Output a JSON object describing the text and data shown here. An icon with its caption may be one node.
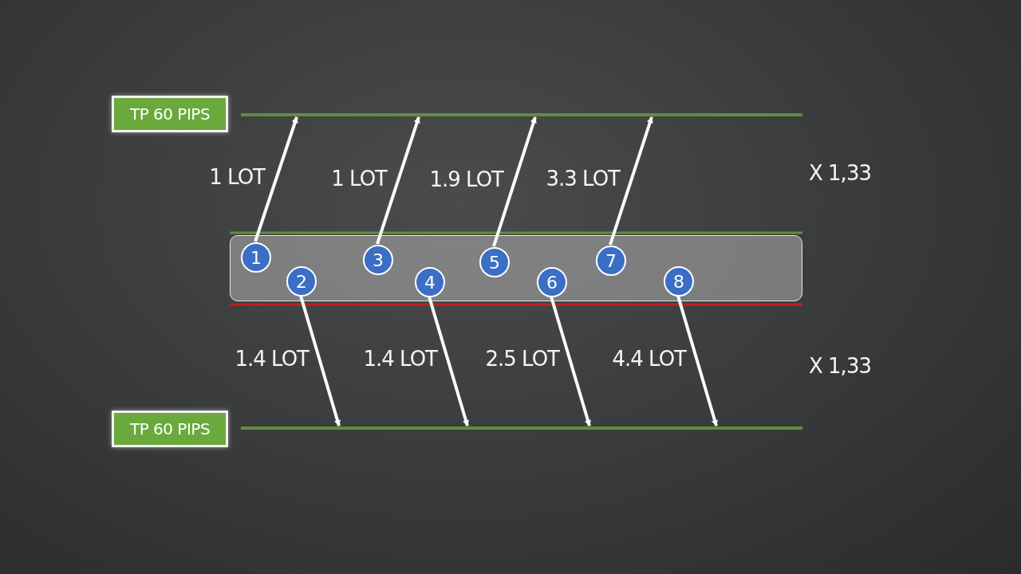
{
  "diagram": {
    "nodes": [
      {
        "text": [
          "TP 60 PIPS"
        ]
      },
      {
        "text": [],
        "shape": "bar"
      },
      {
        "text": [],
        "shape": "box"
      },
      {
        "text": [
          "1"
        ],
        "in": 2
      },
      {
        "text": [
          "2"
        ],
        "in": 2
      },
      {
        "text": [
          "3"
        ],
        "in": 2
      },
      {
        "text": [
          "4"
        ],
        "in": 2
      },
      {
        "text": [
          "5"
        ],
        "in": 2
      },
      {
        "text": [
          "6"
        ],
        "in": 2
      },
      {
        "text": [
          "7"
        ],
        "in": 2
      },
      {
        "text": [
          "8"
        ],
        "in": 2
      },
      {
        "text": [
          "TP 60 PIPS"
        ]
      },
      {
        "text": [],
        "shape": "bar"
      }
    ],
    "edges": [
      {
        "from": 3,
        "to": 1,
        "arrow": "to",
        "label": "1 LOT"
      },
      {
        "from": 5,
        "to": 1,
        "arrow": "to",
        "label": "1 LOT"
      },
      {
        "from": 7,
        "to": 1,
        "arrow": "to",
        "label": "1.9 LOT"
      },
      {
        "from": 9,
        "to": 1,
        "arrow": "to",
        "label": "3.3 LOT"
      },
      {
        "from": 4,
        "to": 12,
        "arrow": "to",
        "label": "1.4 LOT"
      },
      {
        "from": 6,
        "to": 12,
        "arrow": "to",
        "label": "1.4 LOT"
      },
      {
        "from": 8,
        "to": 12,
        "arrow": "to",
        "label": "2.5 LOT"
      },
      {
        "from": 10,
        "to": 12,
        "arrow": "to",
        "label": "4.4 LOT"
      }
    ],
    "labels": [
      "X 1,33",
      "X 1,33"
    ]
  }
}
